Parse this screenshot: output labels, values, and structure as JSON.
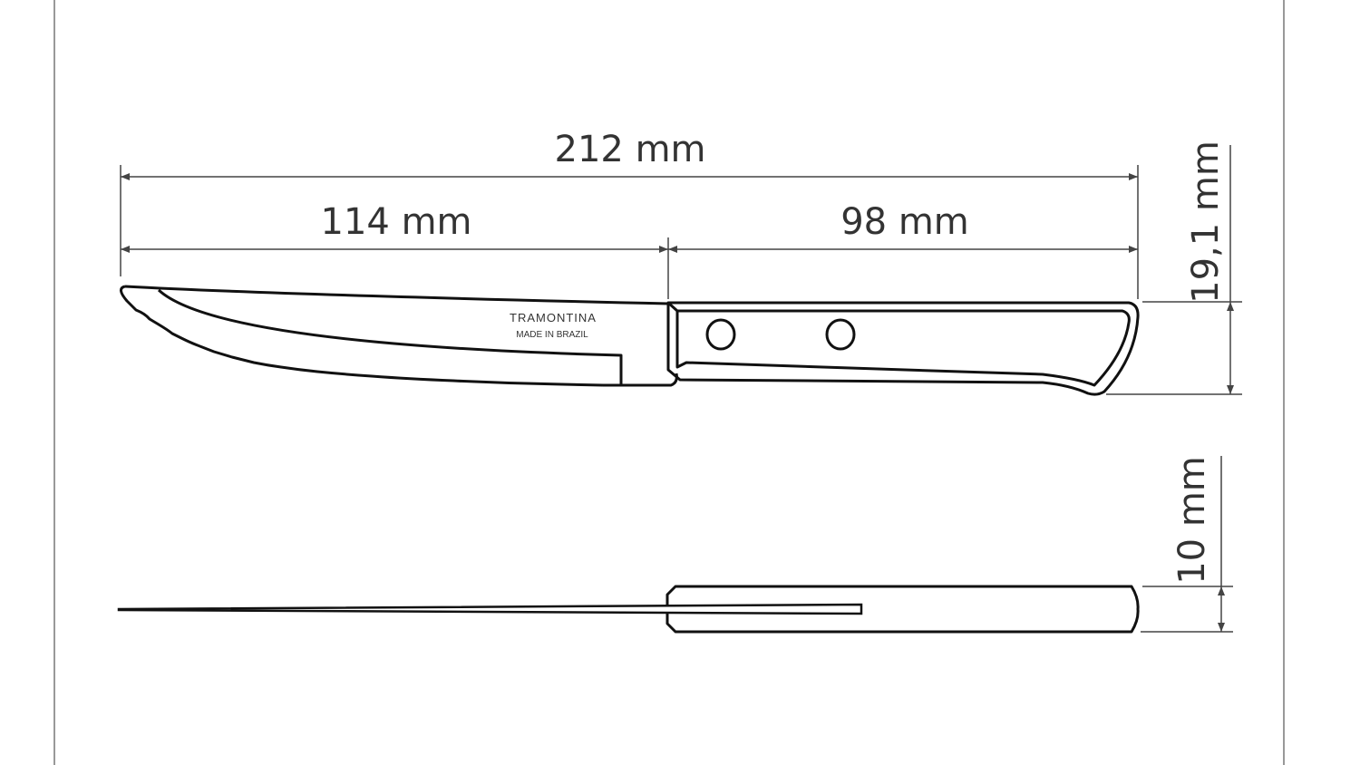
{
  "dimensions": {
    "total_length": "212 mm",
    "blade_length": "114 mm",
    "handle_length": "98 mm",
    "handle_height": "19,1 mm",
    "thickness": "10 mm"
  },
  "blade_marking": {
    "brand": "TRAMONTINA",
    "origin": "MADE IN BRAZIL"
  }
}
